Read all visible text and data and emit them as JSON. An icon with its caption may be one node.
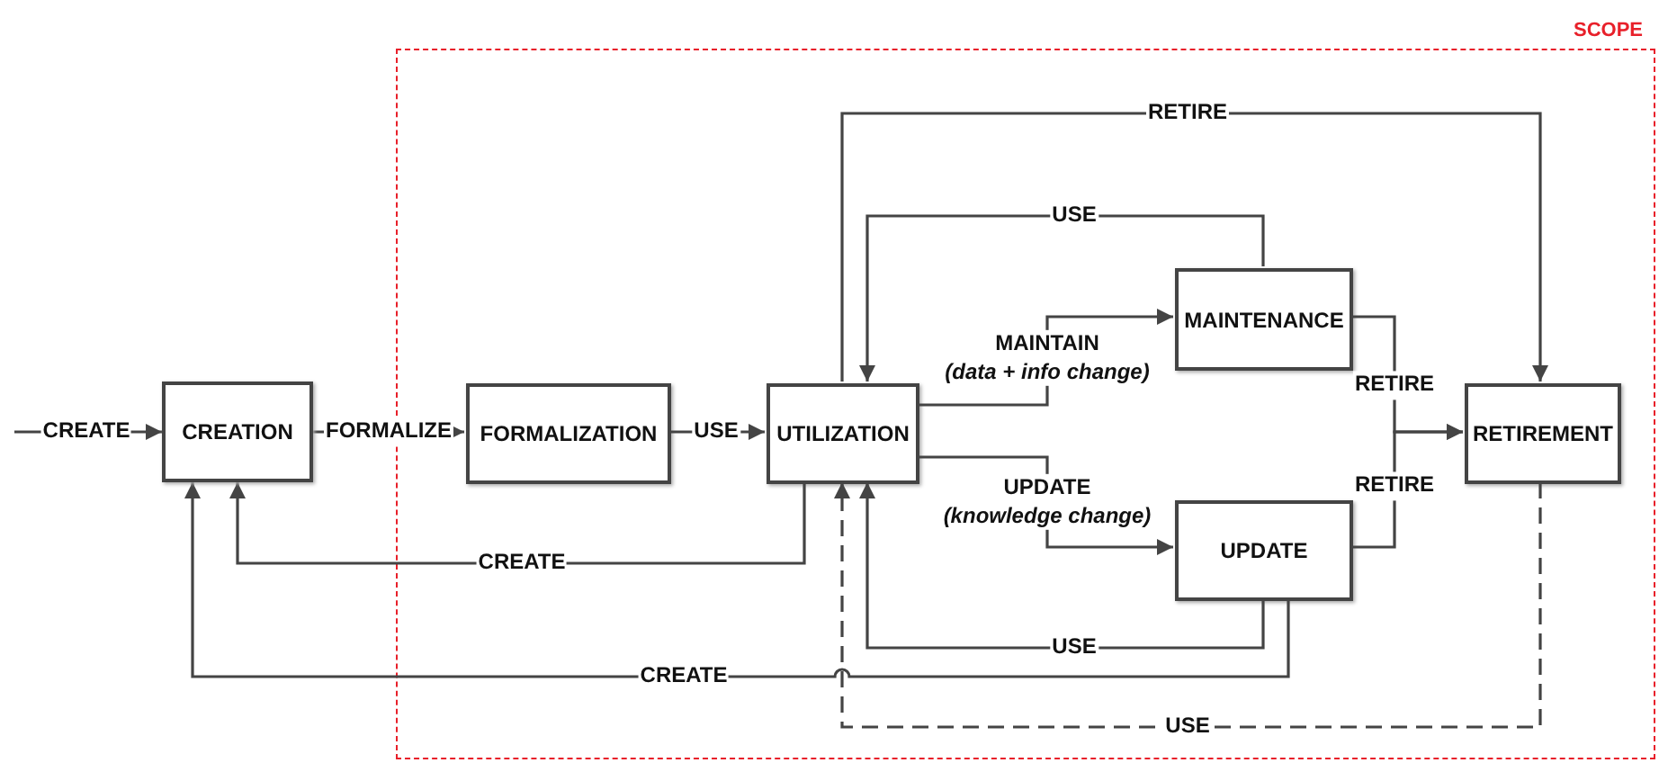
{
  "diagram": {
    "nodes": [
      {
        "text": [
          "SCOPE"
        ]
      },
      {
        "text": [
          "CREATION"
        ]
      },
      {
        "text": [
          "FORMALIZATION"
        ],
        "in": 0
      },
      {
        "text": [
          "UTILIZATION"
        ],
        "in": 0
      },
      {
        "text": [
          "MAINTENANCE"
        ],
        "in": 0
      },
      {
        "text": [
          "UPDATE"
        ],
        "in": 0
      },
      {
        "text": [
          "RETIREMENT"
        ],
        "in": 0
      }
    ],
    "edges": [
      {
        "from": null,
        "to": 1,
        "arrow": "to",
        "label": "CREATE"
      },
      {
        "from": 1,
        "to": 2,
        "arrow": "to",
        "label": "FORMALIZE"
      },
      {
        "from": 2,
        "to": 3,
        "arrow": "to",
        "label": "USE"
      },
      {
        "from": 3,
        "to": 1,
        "arrow": "to",
        "label": "CREATE"
      },
      {
        "from": 5,
        "to": 1,
        "arrow": "to",
        "label": "CREATE"
      },
      {
        "from": 3,
        "to": 6,
        "arrow": "to",
        "label": "RETIRE"
      },
      {
        "from": 4,
        "to": 3,
        "arrow": "to",
        "label": "USE"
      },
      {
        "from": 3,
        "to": 4,
        "arrow": "to",
        "label": "MAINTAIN *(data + info change)*"
      },
      {
        "from": 3,
        "to": 5,
        "arrow": "to",
        "label": "UPDATE *(knowledge change)*"
      },
      {
        "from": 4,
        "to": 6,
        "arrow": "to",
        "label": "RETIRE"
      },
      {
        "from": 5,
        "to": 6,
        "arrow": "to",
        "label": "RETIRE"
      },
      {
        "from": 5,
        "to": 3,
        "arrow": "to",
        "label": "USE"
      },
      {
        "from": 6,
        "to": 3,
        "arrow": "to",
        "label": "USE",
        "style": "dashed"
      }
    ]
  }
}
